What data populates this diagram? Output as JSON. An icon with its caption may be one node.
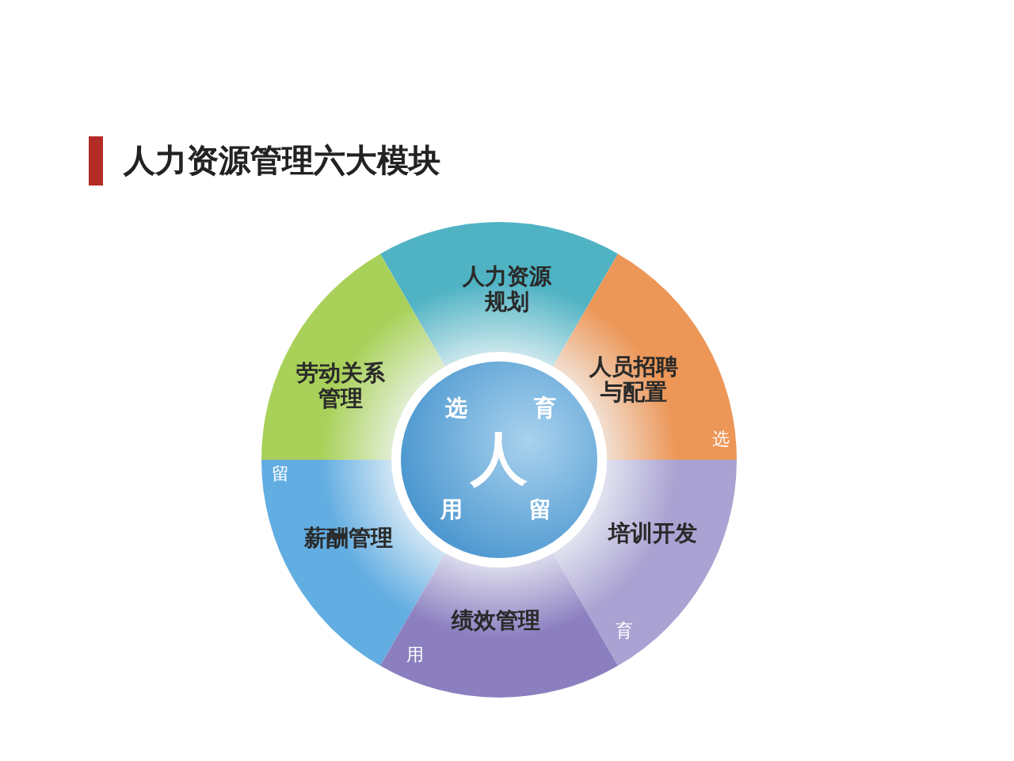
{
  "diagram": {
    "title": "人力资源管理六大模块",
    "nodes": [
      {
        "text": [
          "人力资源规划"
        ]
      },
      {
        "text": [
          "劳动关系管理"
        ]
      },
      {
        "text": [
          "人员招聘与配置",
          "选"
        ]
      },
      {
        "text": [
          "选",
          "育",
          "人",
          "用",
          "留"
        ]
      },
      {
        "text": [
          "留",
          "薪酬管理"
        ]
      },
      {
        "text": [
          "培训开发",
          "育"
        ]
      },
      {
        "text": [
          "绩效管理",
          "用"
        ]
      }
    ]
  }
}
